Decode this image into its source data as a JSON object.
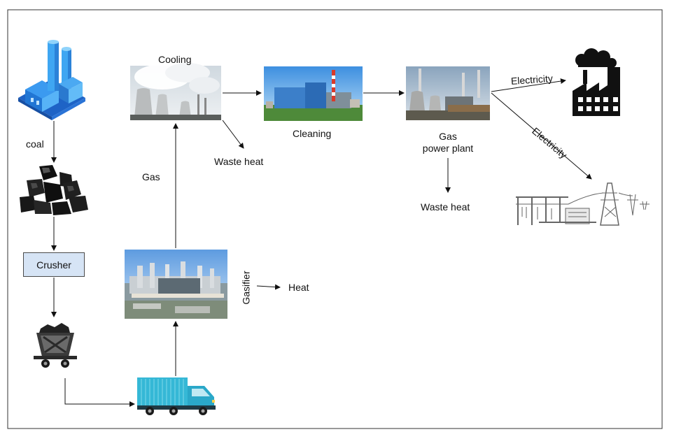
{
  "labels": {
    "coal": "coal",
    "crusher": "Crusher",
    "gas": "Gas",
    "gasifier": "Gasifier",
    "heat": "Heat",
    "cooling": "Cooling",
    "waste_heat_cooling": "Waste heat",
    "cleaning": "Cleaning",
    "gas_power_plant_line1": "Gas",
    "gas_power_plant_line2": "power plant",
    "waste_heat_plant": "Waste heat",
    "electricity_factory": "Electricity",
    "electricity_grid": "Electricity"
  },
  "icons": {
    "coal_plant": "coal-power-plant-icon",
    "coal_pile": "coal-pile-icon",
    "mine_cart": "mine-cart-icon",
    "truck": "delivery-truck-icon",
    "gasifier_photo": "gasifier-plant-photo",
    "cooling_photo": "cooling-towers-photo",
    "cleaning_photo": "cleaning-plant-photo",
    "power_plant_photo": "gas-power-plant-photo",
    "factory": "factory-icon",
    "substation": "electrical-substation-icon"
  },
  "colors": {
    "plant_blue": "#2f8fe0",
    "truck_cyan": "#2fb8d8",
    "crusher_fill": "#d6e4f5",
    "arrow": "#111111",
    "frame": "#333333"
  }
}
